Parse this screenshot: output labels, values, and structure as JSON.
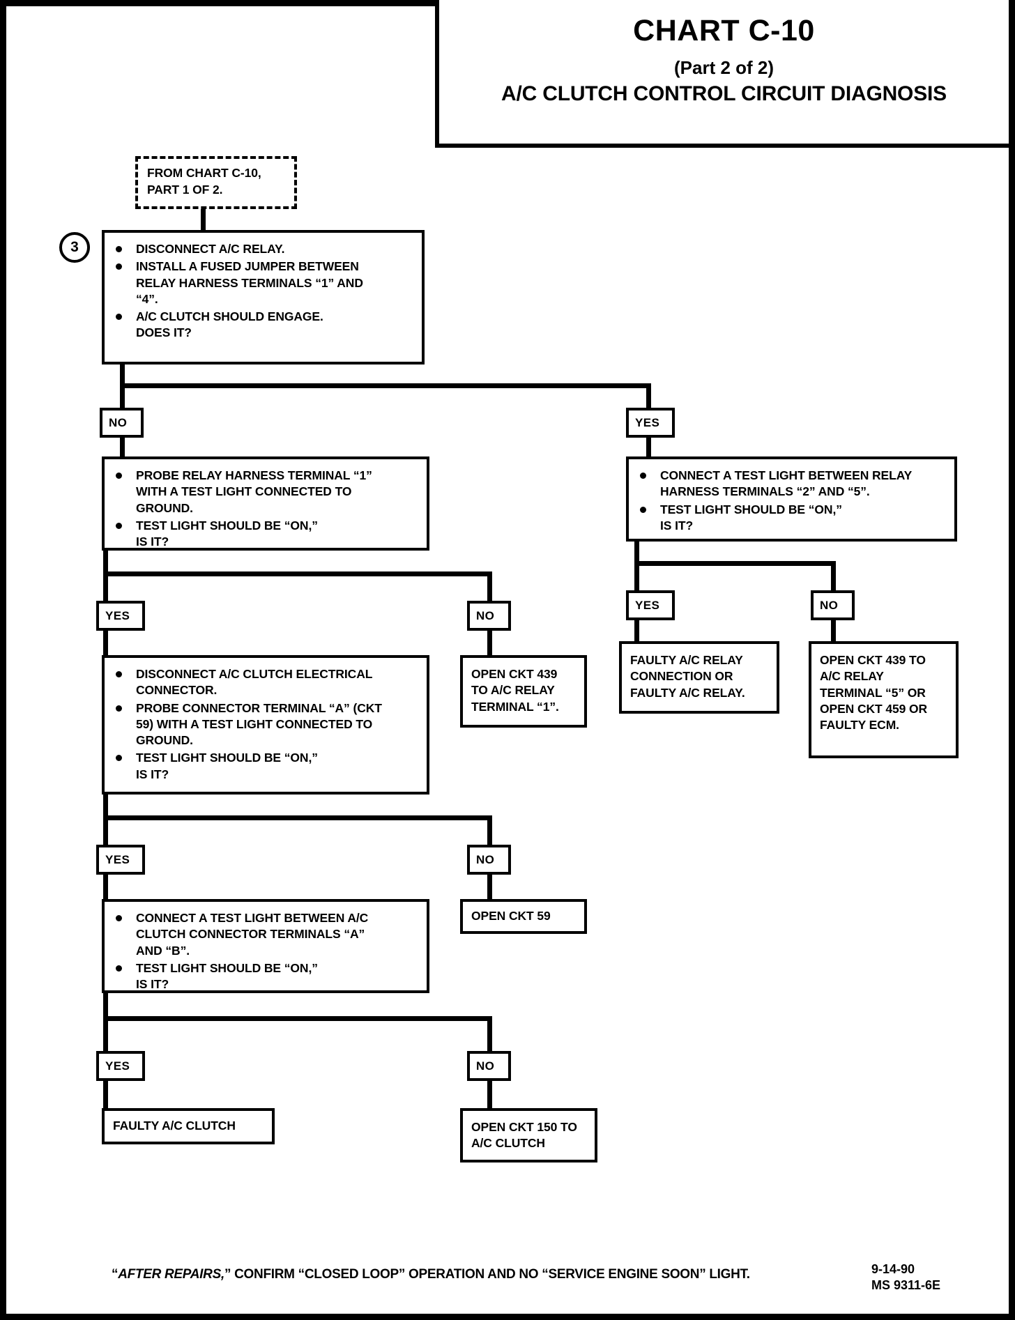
{
  "header": {
    "chart_title": "CHART C-10",
    "part_label": "(Part 2 of 2)",
    "subtitle": "A/C CLUTCH CONTROL CIRCUIT DIAGNOSIS"
  },
  "entry": {
    "line1": "FROM CHART C-10,",
    "line2": "PART 1 OF 2."
  },
  "step3": {
    "number": "3",
    "b1": "DISCONNECT A/C RELAY.",
    "b2_l1": "INSTALL A FUSED JUMPER BETWEEN",
    "b2_l2": "RELAY HARNESS TERMINALS “1” AND",
    "b2_l3": "“4”.",
    "b3_l1": "A/C CLUTCH SHOULD ENGAGE.",
    "b3_l2": "DOES IT?"
  },
  "labels": {
    "no": "NO",
    "yes": "YES"
  },
  "left_branch": {
    "probe_box": {
      "b1_l1": "PROBE RELAY HARNESS TERMINAL “1”",
      "b1_l2": "WITH A TEST LIGHT CONNECTED TO",
      "b1_l3": "GROUND.",
      "b2_l1": "TEST LIGHT SHOULD BE “ON,”",
      "b2_l2": "IS IT?"
    },
    "open439_box": {
      "l1": "OPEN CKT 439",
      "l2": "TO A/C RELAY",
      "l3": "TERMINAL “1”."
    },
    "clutch_connector_box": {
      "b1_l1": "DISCONNECT A/C CLUTCH ELECTRICAL",
      "b1_l2": "CONNECTOR.",
      "b2_l1": "PROBE CONNECTOR TERMINAL “A” (CKT",
      "b2_l2": "59) WITH A TEST LIGHT CONNECTED TO",
      "b2_l3": "GROUND.",
      "b3_l1": "TEST LIGHT SHOULD BE “ON,”",
      "b3_l2": "IS IT?"
    },
    "open59_box": {
      "l1": "OPEN CKT 59"
    },
    "clutch_terminals_box": {
      "b1_l1": "CONNECT A TEST LIGHT BETWEEN A/C",
      "b1_l2": "CLUTCH CONNECTOR TERMINALS “A”",
      "b1_l3": "AND “B”.",
      "b2_l1": "TEST LIGHT SHOULD BE “ON,”",
      "b2_l2": "IS IT?"
    },
    "faulty_clutch_box": {
      "l1": "FAULTY A/C CLUTCH"
    },
    "open150_box": {
      "l1": "OPEN CKT 150 TO",
      "l2": "A/C CLUTCH"
    }
  },
  "right_branch": {
    "test_light_box": {
      "b1_l1": "CONNECT A TEST LIGHT BETWEEN RELAY",
      "b1_l2": "HARNESS TERMINALS “2” AND “5”.",
      "b2_l1": "TEST LIGHT SHOULD BE “ON,”",
      "b2_l2": "IS IT?"
    },
    "faulty_relay_box": {
      "l1": "FAULTY A/C RELAY",
      "l2": "CONNECTION OR",
      "l3": "FAULTY A/C RELAY."
    },
    "open439_ecm_box": {
      "l1": "OPEN CKT 439 TO",
      "l2": "A/C RELAY",
      "l3": "TERMINAL “5” OR",
      "l4": "OPEN CKT 459 OR",
      "l5": "FAULTY ECM."
    }
  },
  "footer": {
    "note_prefix": "“",
    "note_italic": "AFTER REPAIRS,",
    "note_rest": "” CONFIRM “CLOSED LOOP” OPERATION AND NO “SERVICE ENGINE SOON” LIGHT.",
    "date": "9-14-90",
    "doc_id": "MS 9311-6E"
  }
}
